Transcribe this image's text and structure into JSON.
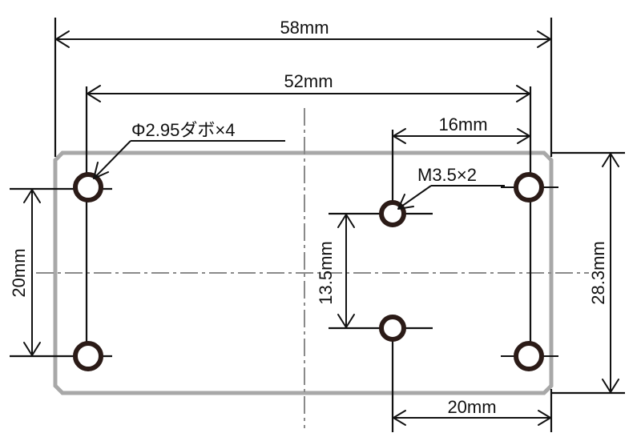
{
  "labels": {
    "overall_width": "58mm",
    "dowel_span": "52mm",
    "screw_offset": "16mm",
    "dowel_note": "Φ2.95ダボ×4",
    "screw_note": "M3.5×2",
    "left_height": "20mm",
    "screw_spacing": "13.5mm",
    "overall_height": "28.3mm",
    "bottom_offset": "20mm"
  },
  "colors": {
    "plate_outline": "#a8a8a8",
    "hole": "#2b1b17",
    "line": "#111111",
    "center_line": "#8a8a8a"
  }
}
